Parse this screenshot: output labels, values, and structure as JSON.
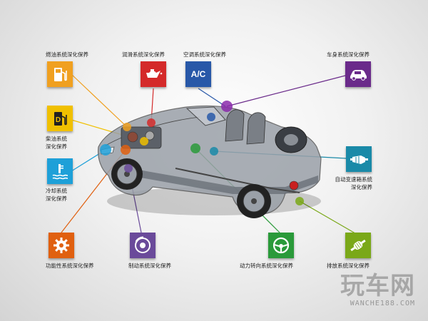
{
  "systems": {
    "fuel": {
      "label": "燃油系统深化保养",
      "color": "#f0a020",
      "icon": "fuel-pump-icon"
    },
    "lube": {
      "label": "润滑系统深化保养",
      "color": "#d42a2a",
      "icon": "oil-can-icon"
    },
    "ac": {
      "label": "空调系统深化保养",
      "color": "#2858a8",
      "icon_text": "A/C",
      "icon": "ac-text-icon"
    },
    "body": {
      "label": "车身系统深化保养",
      "color": "#6a2a8a",
      "icon": "car-body-icon"
    },
    "diesel": {
      "label_line1": "柴油系统",
      "label_line2": "深化保养",
      "color": "#f0c000",
      "icon": "diesel-pump-icon"
    },
    "cooling": {
      "label_line1": "冷却系统",
      "label_line2": "深化保养",
      "color": "#1ea0d8",
      "icon": "coolant-icon"
    },
    "transmission": {
      "label_line1": "自动变速箱系统",
      "label_line2": "深化保养",
      "color": "#1a8aa8",
      "icon": "gearbox-icon"
    },
    "function": {
      "label": "功能性系统深化保养",
      "color": "#e06010",
      "icon": "gear-icon"
    },
    "brake": {
      "label": "制动系统深化保养",
      "color": "#6a4a9a",
      "icon": "brake-disc-icon"
    },
    "steering": {
      "label": "动力转向系统深化保养",
      "color": "#2a9a3a",
      "icon": "steering-wheel-icon"
    },
    "exhaust": {
      "label": "排放系统深化保养",
      "color": "#7aa818",
      "icon": "catalyst-icon"
    }
  },
  "watermark": {
    "brand": "玩车网",
    "url": "WANCHE188.COM"
  }
}
